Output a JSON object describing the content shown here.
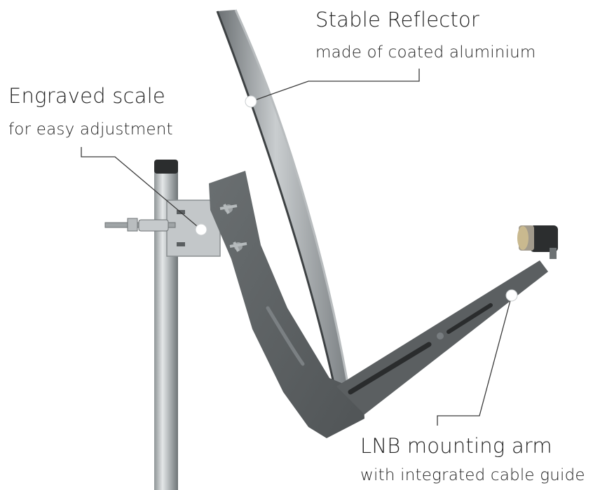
{
  "callouts": {
    "reflector": {
      "title": "Stable Reflector",
      "subtitle": "made of coated aluminium"
    },
    "scale": {
      "title": "Engraved scale",
      "subtitle": "for easy adjustment"
    },
    "arm": {
      "title": "LNB mounting arm",
      "subtitle": "with integrated cable guide"
    }
  },
  "colors": {
    "background": "#ffffff",
    "bracket": "#5d6163",
    "dish_rim": "#8f9497",
    "pole": "#b7bcbe",
    "callout_line": "#3a3a3a",
    "text": "#222222"
  },
  "icons": [
    "pole",
    "mounting-clamp",
    "dish-reflector",
    "lnb-arm",
    "lnb-head",
    "callout-dot"
  ]
}
